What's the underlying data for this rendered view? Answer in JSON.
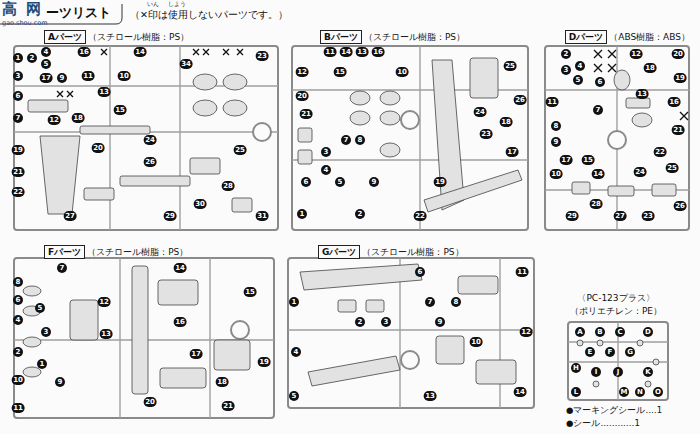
{
  "diagram": {
    "title": "ーツリスト",
    "nodes": [
      {
        "text": [
          "Aパーツ",
          "（スチロール樹脂：PS）"
        ]
      },
      {
        "text": [
          "Bパーツ",
          "（スチロール樹脂：PS）"
        ]
      },
      {
        "text": [
          "Dパーツ",
          "（ABS樹脂：ABS）"
        ]
      },
      {
        "text": [
          "Fパーツ",
          "（スチロール樹脂：PS）"
        ]
      },
      {
        "text": [
          "Gパーツ",
          "（スチロール樹脂：PS）"
        ]
      },
      {
        "text": [
          "〈PC-123プラス〉",
          "（ポリエチレン：PE）"
        ]
      }
    ],
    "labels": [
      "高",
      "网",
      "gao.shou.com",
      "いん",
      "しよう",
      "（✕印は使用しないパーツです。）",
      "1",
      "2",
      "4",
      "5",
      "3",
      "17",
      "9",
      "6",
      "16",
      "11",
      "13",
      "10",
      "14",
      "7",
      "12",
      "18",
      "34",
      "23",
      "19",
      "20",
      "24",
      "26",
      "25",
      "15",
      "21",
      "22",
      "28",
      "30",
      "27",
      "29",
      "31",
      "11",
      "14",
      "13",
      "16",
      "12",
      "15",
      "10",
      "26",
      "25",
      "20",
      "21",
      "18",
      "24",
      "23",
      "7",
      "8",
      "3",
      "17",
      "4",
      "5",
      "6",
      "9",
      "19",
      "1",
      "2",
      "22",
      "20",
      "2",
      "12",
      "3",
      "4",
      "18",
      "5",
      "19",
      "6",
      "13",
      "11",
      "16",
      "7",
      "21",
      "8",
      "9",
      "22",
      "17",
      "15",
      "24",
      "25",
      "14",
      "10",
      "28",
      "26",
      "29",
      "27",
      "23",
      "7",
      "14",
      "8",
      "15",
      "6",
      "12",
      "5",
      "4",
      "16",
      "3",
      "13",
      "2",
      "17",
      "19",
      "1",
      "10",
      "9",
      "18",
      "20",
      "21",
      "11",
      "6",
      "11",
      "1",
      "7",
      "8",
      "2",
      "3",
      "9",
      "12",
      "10",
      "4",
      "13",
      "14",
      "5",
      "A",
      "B",
      "C",
      "D",
      "E",
      "F",
      "G",
      "H",
      "I",
      "J",
      "K",
      "L",
      "M",
      "N",
      "O",
      "●マーキングシール‥‥1",
      "●シール‥‥‥‥‥‥1"
    ]
  }
}
